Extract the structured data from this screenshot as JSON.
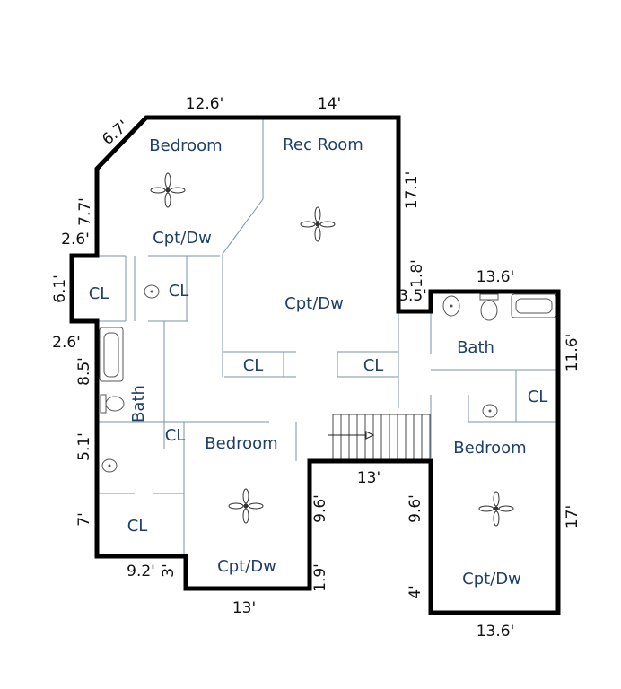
{
  "colors": {
    "wall": "#000000",
    "room_text": "#1f3f6b",
    "dimension_text": "#111111",
    "interior_line": "#7a93a3"
  },
  "rooms": {
    "bedroom_nw": "Bedroom",
    "bedroom_nw_floor": "Cpt/Dw",
    "rec_room": "Rec Room",
    "rec_room_floor": "Cpt/Dw",
    "closet_w1": "CL",
    "closet_w2": "CL",
    "closet_rec1": "CL",
    "closet_rec2": "CL",
    "bath_w": "Bath",
    "closet_hall": "CL",
    "bedroom_s": "Bedroom",
    "bedroom_s_floor": "Cpt/Dw",
    "closet_sw": "CL",
    "bath_e": "Bath",
    "closet_e": "CL",
    "bedroom_e": "Bedroom",
    "bedroom_e_floor": "Cpt/Dw"
  },
  "dimensions": {
    "top_left": "12.6'",
    "top_right": "14'",
    "diag": "6.7'",
    "west_upper": "7.7'",
    "west_notch_top": "2.6'",
    "west_notch": "6.1'",
    "west_notch_bottom": "2.6'",
    "west_bath": "8.5'",
    "west_lower": "5.1'",
    "west_bottom": "7'",
    "bottom_left": "9.2'",
    "bottom_step": "3'",
    "bottom_mid": "13'",
    "rec_east": "17.1'",
    "rec_step_v": "1.8'",
    "rec_step_h": "3.5'",
    "east_top": "13.6'",
    "east_upper": "11.6'",
    "east_lower": "17'",
    "east_bottom": "13.6'",
    "stair_bottom": "13'",
    "stair_left": "9.6'",
    "stair_right": "9.6'",
    "small_step": "1.9'",
    "east_step": "4'"
  },
  "icons": [
    "ceiling-fan-icon",
    "sink-icon",
    "toilet-icon",
    "bathtub-icon",
    "stair-arrow-icon"
  ]
}
